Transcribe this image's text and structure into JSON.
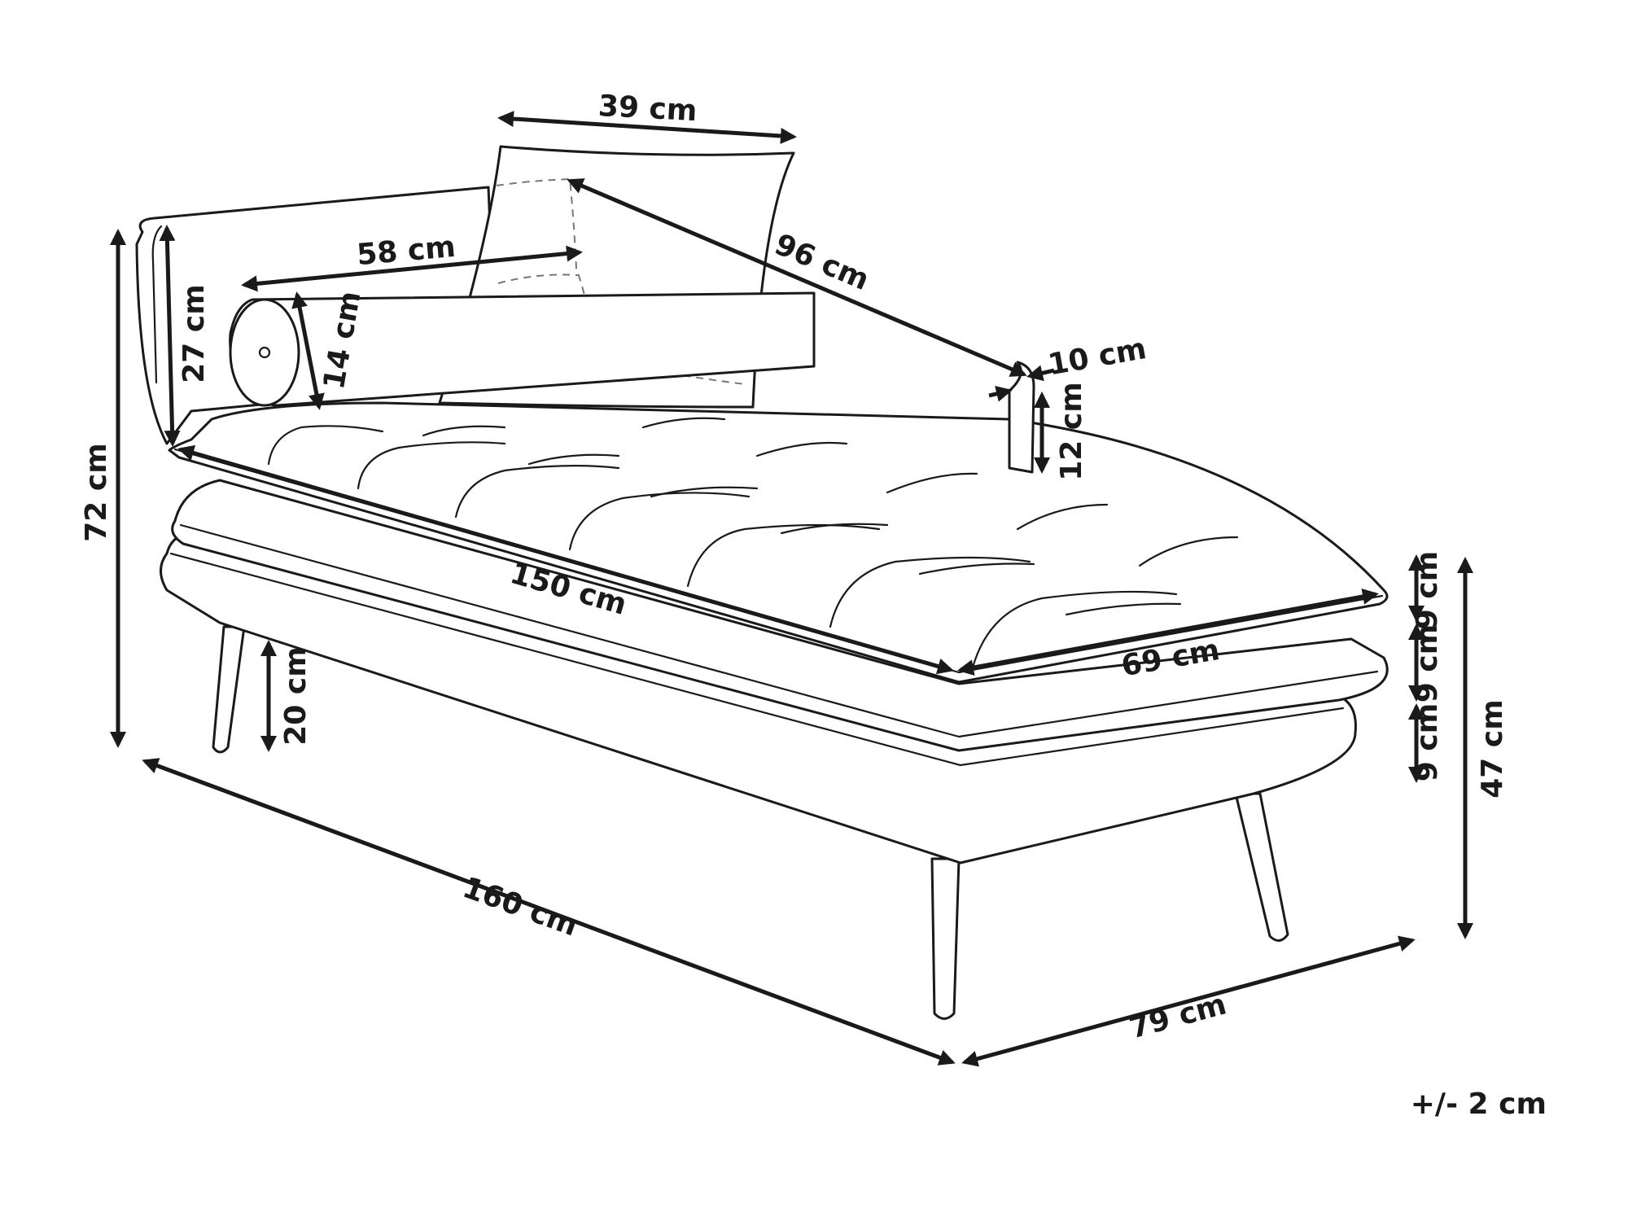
{
  "colors": {
    "line": "#1a1a1a",
    "background": "#ffffff"
  },
  "dimensions": {
    "pillow_width": "39 cm",
    "pillow_diagonal": "96 cm",
    "bolster_length": "58 cm",
    "back_height": "27 cm",
    "bolster_diameter": "14 cm",
    "total_height": "72 cm",
    "arm_thickness": "10 cm",
    "arm_height": "12 cm",
    "mattress_length": "150 cm",
    "mattress_width": "69 cm",
    "layer_1": "9 cm",
    "layer_2": "9 cm",
    "layer_3": "9 cm",
    "seat_height": "47 cm",
    "leg_height": "20 cm",
    "total_length": "160 cm",
    "total_depth": "79 cm"
  },
  "tolerance": "+/- 2 cm"
}
